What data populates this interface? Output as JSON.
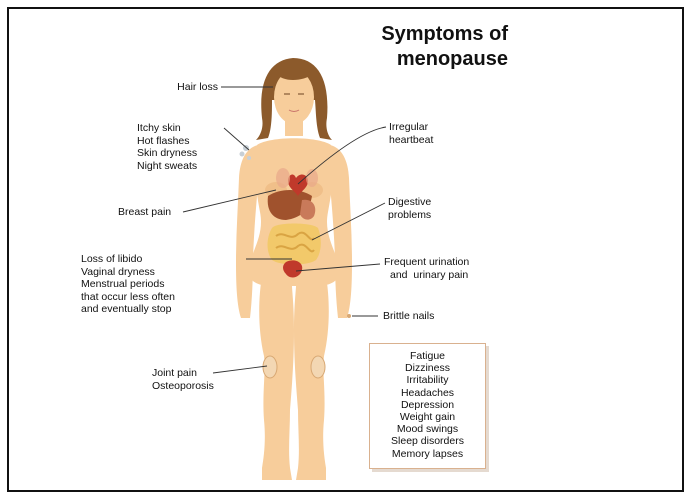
{
  "title": {
    "line1": "Symptoms of",
    "line2": "menopause"
  },
  "labels_left": {
    "hair": [
      "Hair loss"
    ],
    "skin": [
      "Itchy skin",
      "Hot flashes",
      "Skin dryness",
      "Night sweats"
    ],
    "breast": [
      "Breast pain"
    ],
    "libido": [
      "Loss of libido",
      "Vaginal dryness",
      "Menstrual periods",
      "that occur less often",
      "and eventually stop"
    ],
    "joint": [
      "Joint pain",
      "Osteoporosis"
    ]
  },
  "labels_right": {
    "heart": [
      "Irregular",
      "heartbeat"
    ],
    "digestive": [
      "Digestive",
      "problems"
    ],
    "urination": [
      "Frequent urination",
      "and  urinary pain"
    ],
    "nails": [
      "Brittle nails"
    ]
  },
  "box_items": [
    "Fatigue",
    "Dizziness",
    "Irritability",
    "Headaches",
    "Depression",
    "Weight gain",
    "Mood swings",
    "Sleep disorders",
    "Memory lapses"
  ],
  "colors": {
    "skin": "#f7cd9b",
    "skin_shade": "#e9b783",
    "hair": "#8c5a2b",
    "hair_dark": "#6e4420",
    "liver": "#a0522d",
    "intestine": "#f2c96a",
    "heart": "#c0392b",
    "bladder": "#c0392b",
    "box_border": "#d9b18f"
  }
}
